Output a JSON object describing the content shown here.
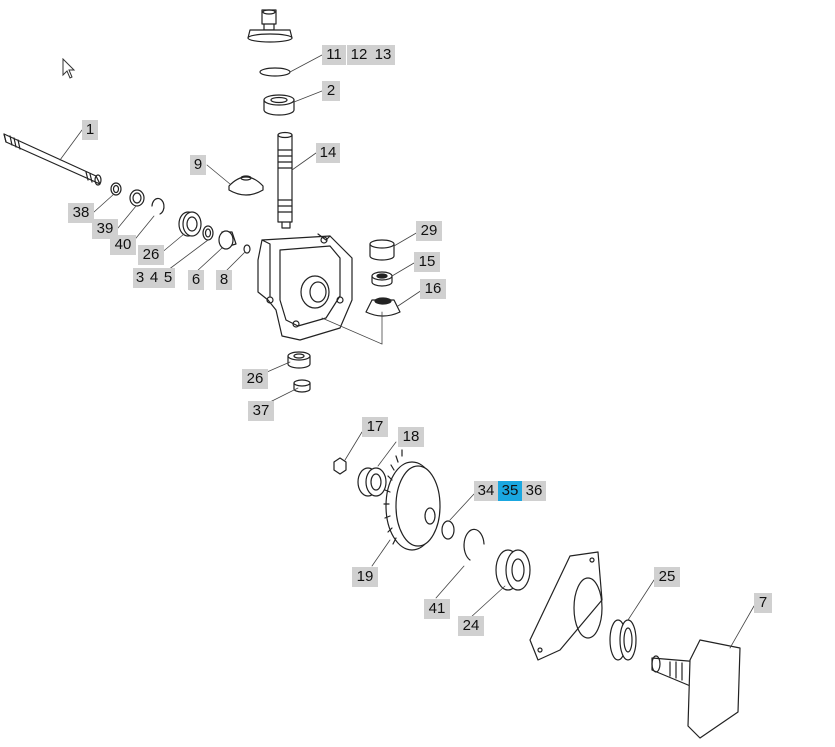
{
  "diagram": {
    "highlight_color": "#1aa7e0",
    "label_bg": "#d0d0d0",
    "callouts": {
      "c1": "1",
      "c2": "2",
      "c3": "3",
      "c4": "4",
      "c5": "5",
      "c6": "6",
      "c7": "7",
      "c8": "8",
      "c9": "9",
      "c11": "11",
      "c12": "12",
      "c13": "13",
      "c14": "14",
      "c15": "15",
      "c16": "16",
      "c17": "17",
      "c18": "18",
      "c19": "19",
      "c24": "24",
      "c25": "25",
      "c26a": "26",
      "c26b": "26",
      "c29": "29",
      "c34": "34",
      "c35": "35",
      "c36": "36",
      "c37": "37",
      "c38": "38",
      "c39": "39",
      "c40": "40",
      "c41": "41"
    }
  }
}
